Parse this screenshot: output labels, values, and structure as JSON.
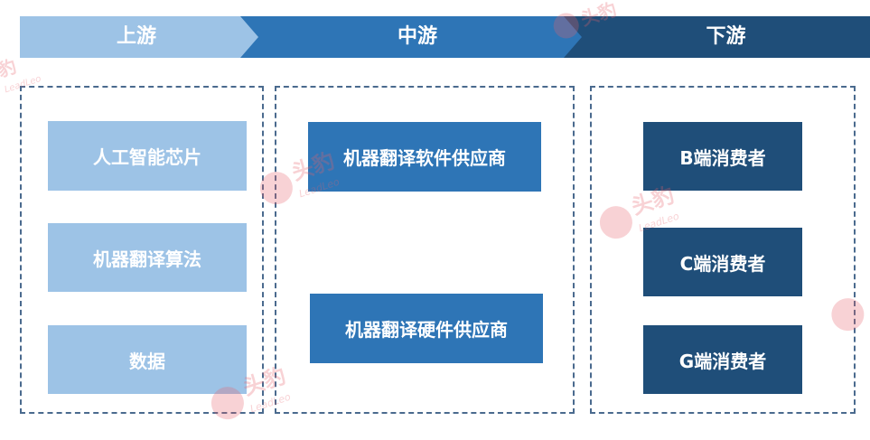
{
  "stages": [
    {
      "label": "上游",
      "color": "#9dc3e6"
    },
    {
      "label": "中游",
      "color": "#2e75b6"
    },
    {
      "label": "下游",
      "color": "#1f4e79"
    }
  ],
  "upstream": {
    "items": [
      "人工智能芯片",
      "机器翻译算法",
      "数据"
    ]
  },
  "midstream": {
    "items": [
      "机器翻译软件供应商",
      "机器翻译硬件供应商"
    ]
  },
  "downstream": {
    "items": [
      "B端消费者",
      "C端消费者",
      "G端消费者"
    ]
  },
  "watermark": {
    "logo_text": "头豹",
    "brand": "LeadLeo",
    "color": "#e8606a"
  }
}
